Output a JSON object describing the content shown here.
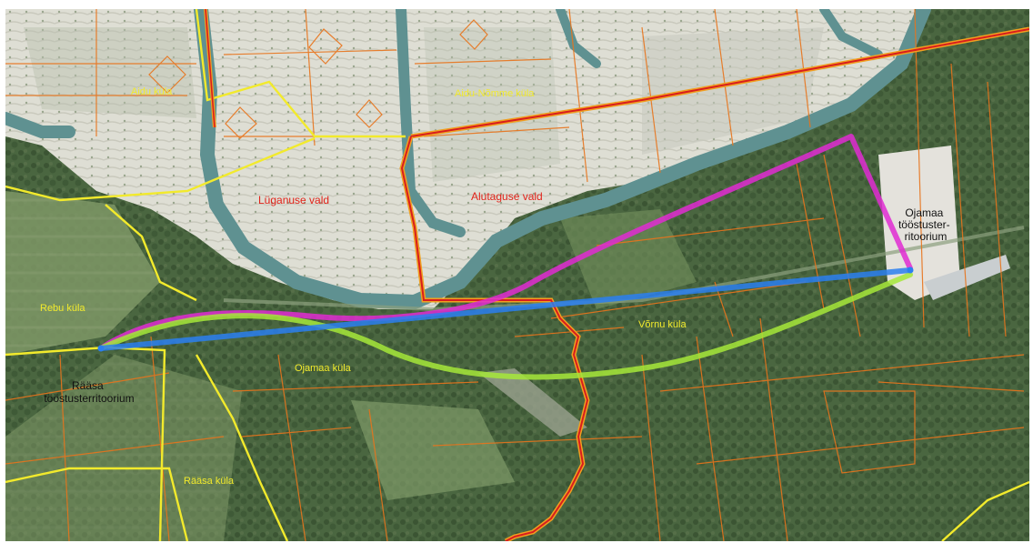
{
  "map": {
    "labels": {
      "village_aidu": "Aidu küla",
      "village_aidu_nomme": "Aidu-Nõmme küla",
      "parish_luganuse": "Lüganuse vald",
      "parish_alutaguse": "Alutaguse vald",
      "village_rebu": "Rebu küla",
      "village_ojamaa": "Ojamaa küla",
      "village_vorno": "Võrnu küla",
      "village_raasa": "Rääsa küla",
      "site_raasa": [
        "Rääsa",
        "tööstusterritoorium"
      ],
      "site_ojamaa": [
        "Ojamaa",
        "tööstuster-",
        "ritoorium"
      ]
    },
    "colors": {
      "parish_boundary": "#d81e1e",
      "village_boundary": "#f2ea2c",
      "cadastral_lines": "#e8741c",
      "route_magenta": "#e02bd2",
      "route_blue": "#2a7ff0",
      "route_green": "#a6e83a",
      "quarry_ground": "#ddddd3",
      "water": "#5f9191",
      "forest": "#3f5a35"
    },
    "icons": {
      "route_start": "route-start-marker",
      "route_end": "route-end-marker"
    }
  }
}
